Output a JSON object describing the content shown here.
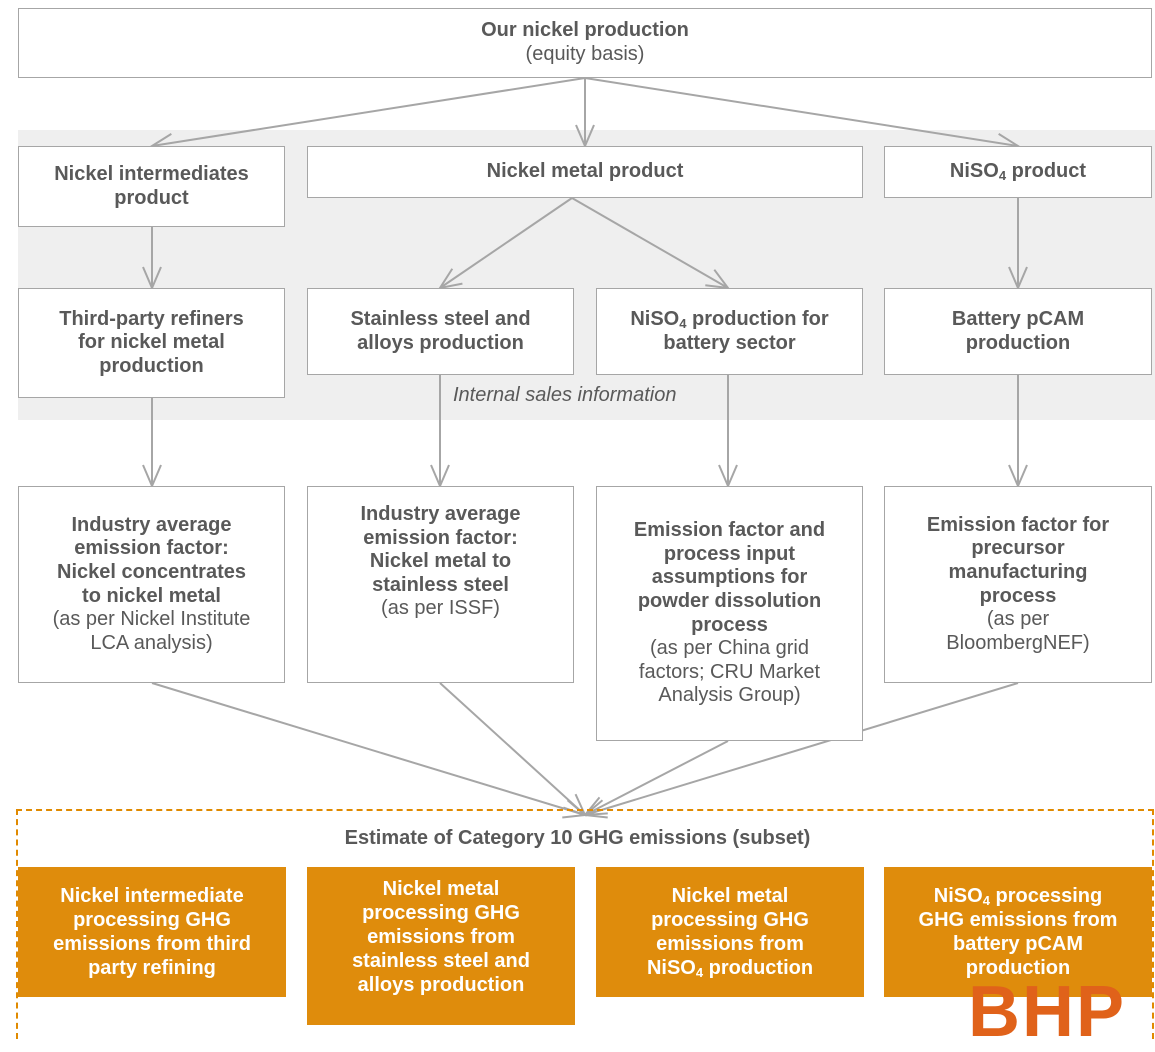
{
  "top": {
    "title": "Our nickel production",
    "subtitle": "(equity basis)"
  },
  "row1": {
    "intermediates": {
      "line1": "Nickel intermediates",
      "line2": "product"
    },
    "metal": {
      "label": "Nickel metal product"
    },
    "niso4": {
      "pre": "NiSO",
      "sub": "4",
      "post": " product"
    }
  },
  "row2": {
    "refiners": {
      "line1": "Third-party refiners",
      "line2": "for nickel metal",
      "line3": "production"
    },
    "stainless": {
      "line1": "Stainless steel and",
      "line2": "alloys production"
    },
    "niso4_prod": {
      "pre": "NiSO",
      "sub": "4",
      "post": " production for",
      "line2": "battery sector"
    },
    "pcam": {
      "line1": "Battery pCAM",
      "line2": "production"
    }
  },
  "internal_note": "Internal sales information",
  "row3": {
    "f1": {
      "b1": "Industry average",
      "b2": "emission factor:",
      "b3": "Nickel concentrates",
      "b4": "to nickel metal",
      "n1": "(as per Nickel Institute",
      "n2": "LCA analysis)"
    },
    "f2": {
      "b1": "Industry average",
      "b2": "emission factor:",
      "b3": "Nickel metal to",
      "b4": "stainless steel",
      "n1": "(as per ISSF)"
    },
    "f3": {
      "b1": "Emission factor  and",
      "b2": "process input",
      "b3": "assumptions for",
      "b4": "powder dissolution",
      "b5": "process",
      "n1": "(as per China grid",
      "n2": "factors; CRU Market",
      "n3": "Analysis Group)"
    },
    "f4": {
      "b1": "Emission factor for",
      "b2": "precursor",
      "b3": "manufacturing",
      "b4": "process",
      "n1": "(as per",
      "n2": "BloombergNEF)"
    }
  },
  "estimate": {
    "title": "Estimate of Category 10 GHG emissions (subset)",
    "o1": {
      "l1": "Nickel intermediate",
      "l2": "processing GHG",
      "l3": "emissions from third",
      "l4": "party refining"
    },
    "o2": {
      "l1": "Nickel metal",
      "l2": "processing GHG",
      "l3": "emissions from",
      "l4": "stainless steel and",
      "l5": "alloys production"
    },
    "o3": {
      "l1": "Nickel metal",
      "l2": "processing GHG",
      "l3": "emissions from",
      "pre": "NiSO",
      "sub": "4",
      "post": " production"
    },
    "o4": {
      "pre": "NiSO",
      "sub": "4",
      "post": " processing",
      "l2": "GHG emissions from",
      "l3": "battery pCAM",
      "l4": "production"
    }
  },
  "logo_text": "BHP",
  "colors": {
    "accent": "#df8c0c",
    "border": "#a6a6a6",
    "band": "#efefef",
    "text": "#595959",
    "logo": "#e0621a"
  }
}
